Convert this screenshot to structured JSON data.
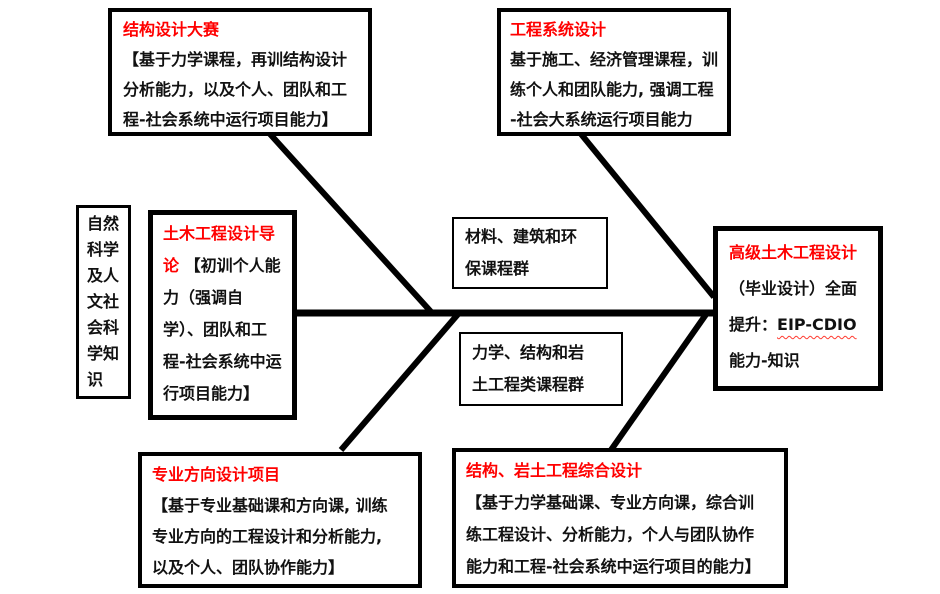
{
  "colors": {
    "title_red": "#ff0000",
    "line_black": "#000000",
    "body_text": "#111111",
    "squiggle_red": "#ff3b30"
  },
  "boxes": {
    "structure_contest": {
      "title": "结构设计大赛",
      "body_lines": [
        "【基于力学课程，再训结构设计",
        "分析能力，以及个人、团队和工",
        "程-社会系统中运行项目能力】"
      ]
    },
    "engineering_system": {
      "title": "工程系统设计",
      "body_lines": [
        "基于施工、经济管理课程，训",
        "练个人和团队能力, 强调工程",
        "-社会大系统运行项目能力"
      ]
    },
    "knowledge_tail": {
      "text": "自然科学及人文社会科学知识"
    },
    "intro_design": {
      "title": "土木工程设计导论",
      "body": " 【初训个人能力（强调自学）、团队和工程-社会系统中运行项目能力】"
    },
    "materials_courses": {
      "lines": [
        "材料、建筑和环",
        "保课程群"
      ]
    },
    "mechanics_courses": {
      "lines": [
        "力学、结构和岩",
        "土工程类课程群"
      ]
    },
    "advanced_design": {
      "title": "高级土木工程设计",
      "body_pre": "（毕业设计）全面提升：",
      "body_highlight": "EIP-CDIO",
      "body_post": "能力-知识"
    },
    "major_direction": {
      "title": "专业方向设计项目",
      "body_lines": [
        "【基于专业基础课和方向课, 训练",
        "专业方向的工程设计和分析能力,",
        "以及个人、团队协作能力】"
      ]
    },
    "comprehensive_design": {
      "title": "结构、岩土工程综合设计",
      "body_lines": [
        "【基于力学基础课、专业方向课，综合训",
        "练工程设计、分析能力，个人与团队协作",
        "能力和工程-社会系统中运行项目的能力】"
      ]
    }
  }
}
